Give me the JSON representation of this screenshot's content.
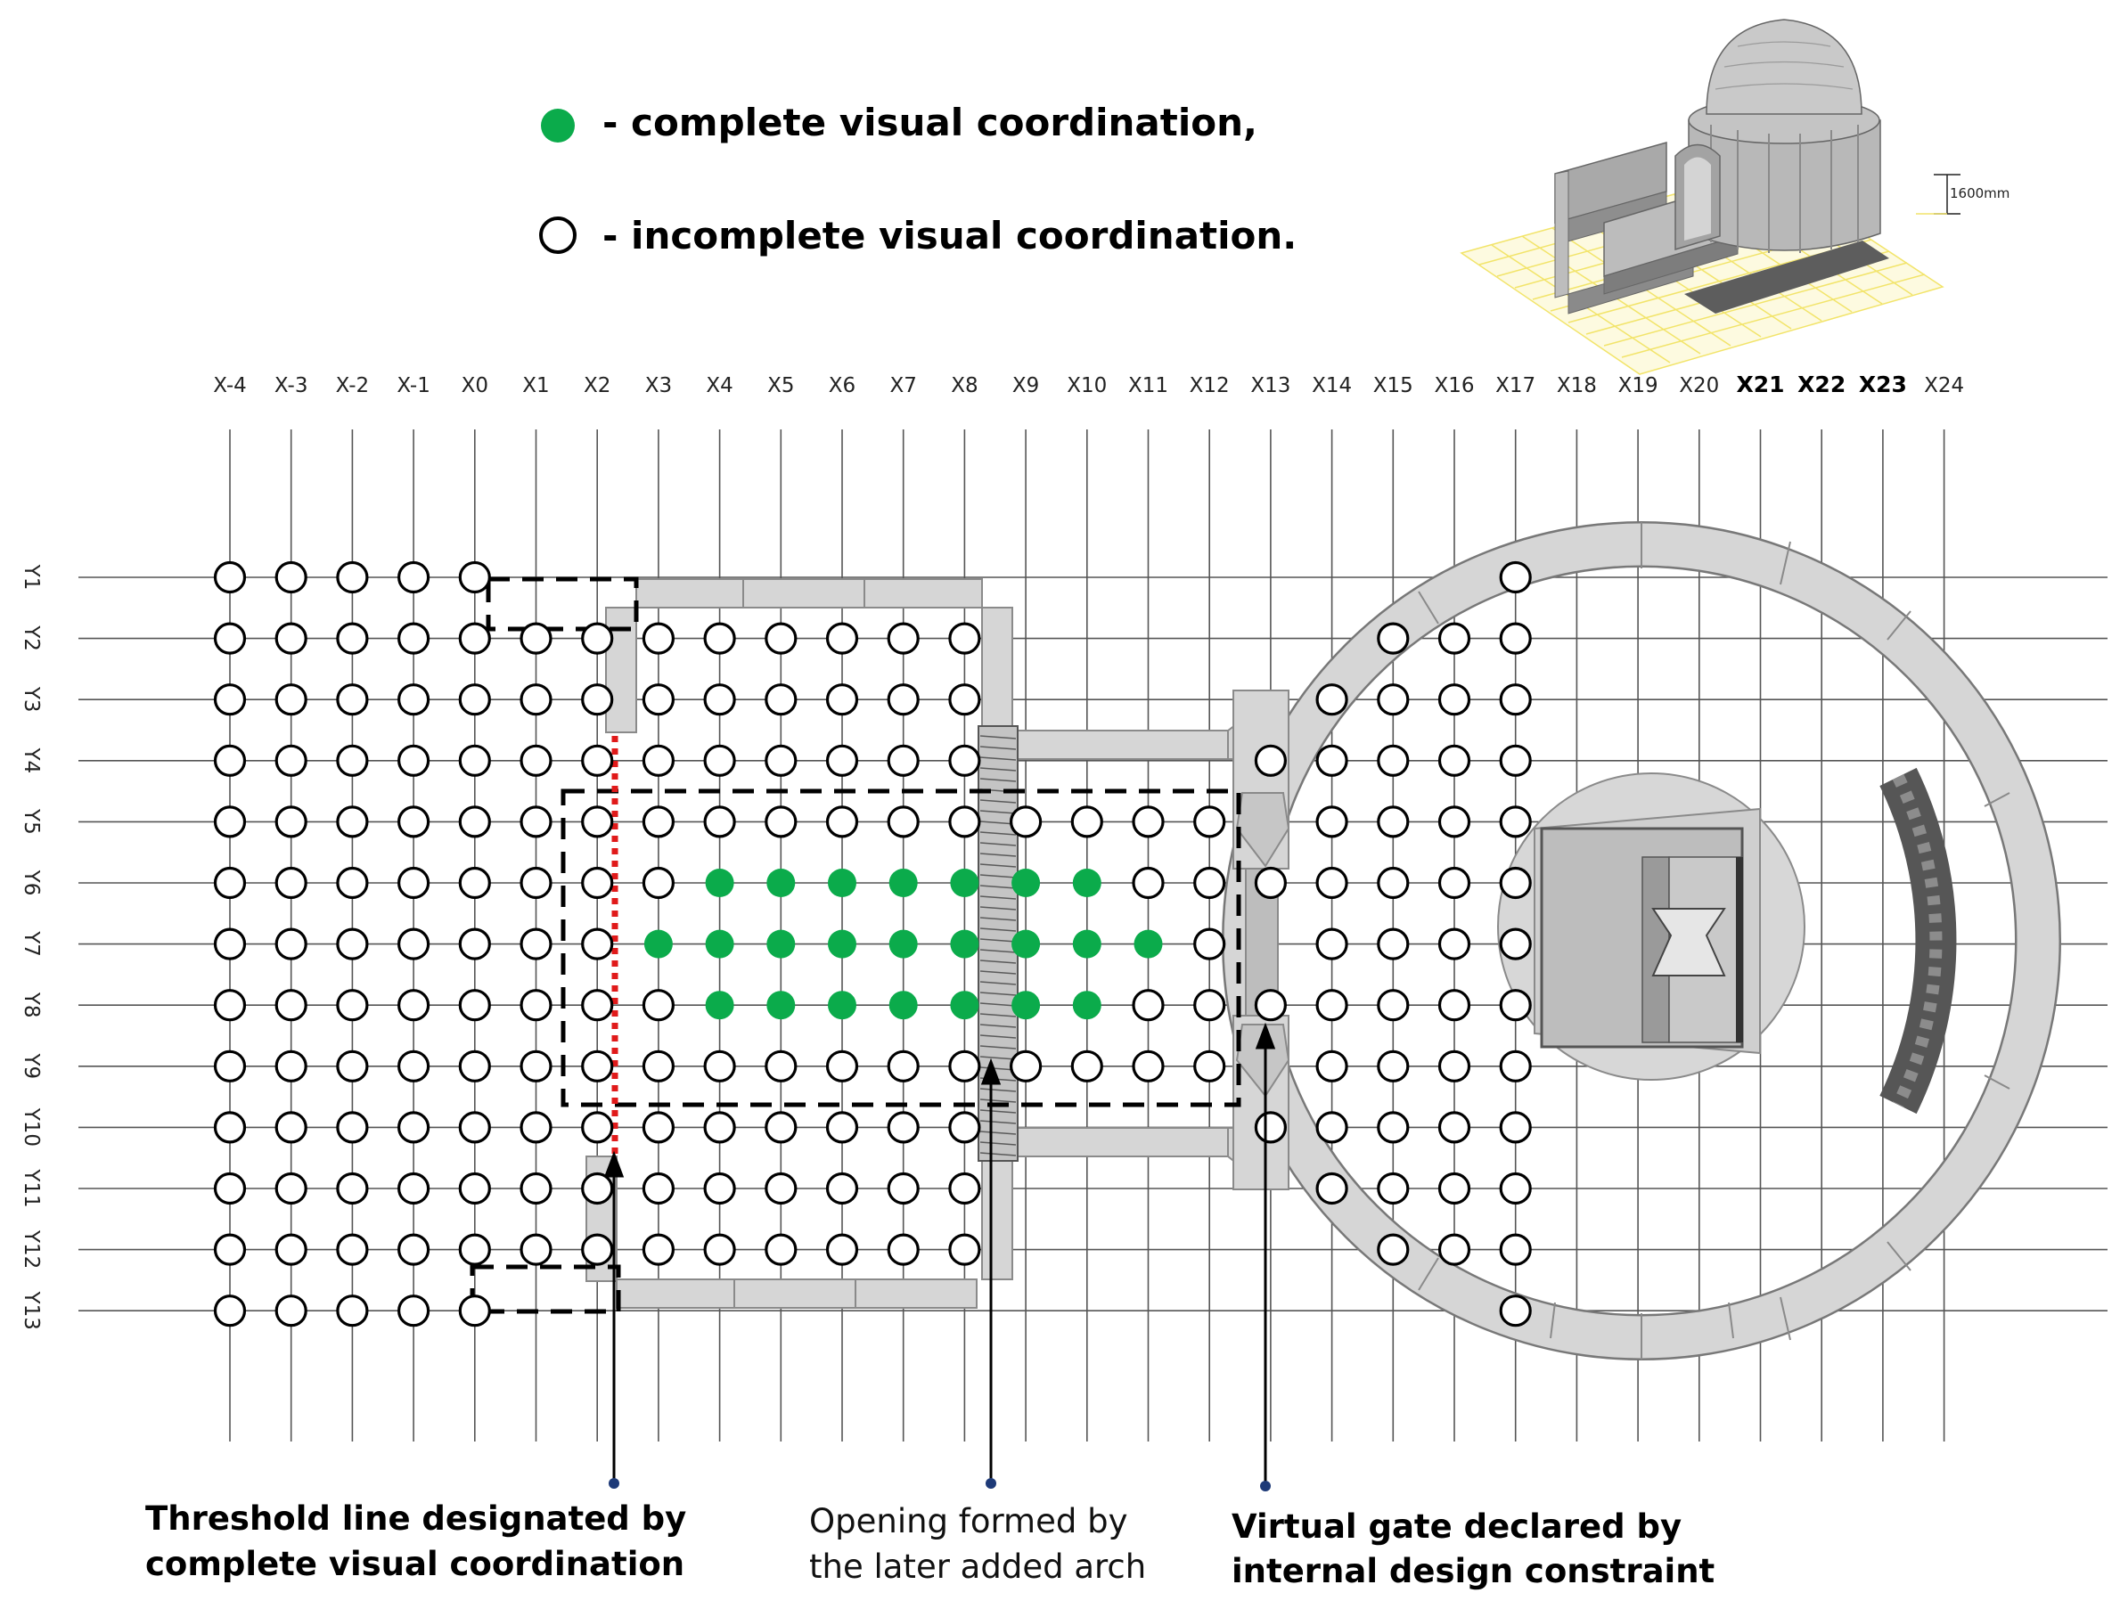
{
  "legend": {
    "complete_text": "- complete visual coordination,",
    "incomplete_text": "- incomplete visual coordination.",
    "complete_color": "#0bab4b"
  },
  "inset": {
    "dimension_label": "1600mm"
  },
  "x_labels": [
    "X-4",
    "X-3",
    "X-2",
    "X-1",
    "X0",
    "X1",
    "X2",
    "X3",
    "X4",
    "X5",
    "X6",
    "X7",
    "X8",
    "X9",
    "X10",
    "X11",
    "X12",
    "X13",
    "X14",
    "X15",
    "X16",
    "X17",
    "X18",
    "X19",
    "X20",
    "X21",
    "X22",
    "X23",
    "X24"
  ],
  "x_bold": [
    "X21",
    "X22",
    "X23"
  ],
  "y_labels": [
    "Y1",
    "Y2",
    "Y3",
    "Y4",
    "Y5",
    "Y6",
    "Y7",
    "Y8",
    "Y9",
    "Y10",
    "Y11",
    "Y12",
    "Y13"
  ],
  "captions": {
    "threshold": [
      "Threshold line designated by",
      "complete visual coordination"
    ],
    "opening": [
      "Opening formed by",
      "the later added arch"
    ],
    "virtual_gate": [
      "Virtual gate declared by",
      "internal design constraint"
    ]
  },
  "points": {
    "complete": [
      [
        "X4",
        "Y6"
      ],
      [
        "X5",
        "Y6"
      ],
      [
        "X6",
        "Y6"
      ],
      [
        "X7",
        "Y6"
      ],
      [
        "X8",
        "Y6"
      ],
      [
        "X9",
        "Y6"
      ],
      [
        "X10",
        "Y6"
      ],
      [
        "X3",
        "Y7"
      ],
      [
        "X4",
        "Y7"
      ],
      [
        "X5",
        "Y7"
      ],
      [
        "X6",
        "Y7"
      ],
      [
        "X7",
        "Y7"
      ],
      [
        "X8",
        "Y7"
      ],
      [
        "X9",
        "Y7"
      ],
      [
        "X10",
        "Y7"
      ],
      [
        "X11",
        "Y7"
      ],
      [
        "X4",
        "Y8"
      ],
      [
        "X5",
        "Y8"
      ],
      [
        "X6",
        "Y8"
      ],
      [
        "X7",
        "Y8"
      ],
      [
        "X8",
        "Y8"
      ],
      [
        "X9",
        "Y8"
      ],
      [
        "X10",
        "Y8"
      ]
    ],
    "incomplete_rows": [
      {
        "y": "Y1",
        "x": [
          "X-4",
          "X-3",
          "X-2",
          "X-1",
          "X0",
          "X17"
        ]
      },
      {
        "y": "Y2",
        "x": [
          "X-4",
          "X-3",
          "X-2",
          "X-1",
          "X0",
          "X1",
          "X2",
          "X3",
          "X4",
          "X5",
          "X6",
          "X7",
          "X8",
          "X15",
          "X16",
          "X17"
        ]
      },
      {
        "y": "Y3",
        "x": [
          "X-4",
          "X-3",
          "X-2",
          "X-1",
          "X0",
          "X1",
          "X2",
          "X3",
          "X4",
          "X5",
          "X6",
          "X7",
          "X8",
          "X14",
          "X15",
          "X16",
          "X17"
        ]
      },
      {
        "y": "Y4",
        "x": [
          "X-4",
          "X-3",
          "X-2",
          "X-1",
          "X0",
          "X1",
          "X2",
          "X3",
          "X4",
          "X5",
          "X6",
          "X7",
          "X8",
          "X13",
          "X14",
          "X15",
          "X16",
          "X17"
        ]
      },
      {
        "y": "Y5",
        "x": [
          "X-4",
          "X-3",
          "X-2",
          "X-1",
          "X0",
          "X1",
          "X2",
          "X3",
          "X4",
          "X5",
          "X6",
          "X7",
          "X8",
          "X9",
          "X10",
          "X11",
          "X12",
          "X14",
          "X15",
          "X16",
          "X17"
        ]
      },
      {
        "y": "Y6",
        "x": [
          "X-4",
          "X-3",
          "X-2",
          "X-1",
          "X0",
          "X1",
          "X2",
          "X3",
          "X11",
          "X12",
          "X13",
          "X14",
          "X15",
          "X16",
          "X17"
        ]
      },
      {
        "y": "Y7",
        "x": [
          "X-4",
          "X-3",
          "X-2",
          "X-1",
          "X0",
          "X1",
          "X2",
          "X12",
          "X14",
          "X15",
          "X16",
          "X17"
        ]
      },
      {
        "y": "Y8",
        "x": [
          "X-4",
          "X-3",
          "X-2",
          "X-1",
          "X0",
          "X1",
          "X2",
          "X3",
          "X11",
          "X12",
          "X13",
          "X14",
          "X15",
          "X16",
          "X17"
        ]
      },
      {
        "y": "Y9",
        "x": [
          "X-4",
          "X-3",
          "X-2",
          "X-1",
          "X0",
          "X1",
          "X2",
          "X3",
          "X4",
          "X5",
          "X6",
          "X7",
          "X8",
          "X9",
          "X10",
          "X11",
          "X12",
          "X14",
          "X15",
          "X16",
          "X17"
        ]
      },
      {
        "y": "Y10",
        "x": [
          "X-4",
          "X-3",
          "X-2",
          "X-1",
          "X0",
          "X1",
          "X2",
          "X3",
          "X4",
          "X5",
          "X6",
          "X7",
          "X8",
          "X13",
          "X14",
          "X15",
          "X16",
          "X17"
        ]
      },
      {
        "y": "Y11",
        "x": [
          "X-4",
          "X-3",
          "X-2",
          "X-1",
          "X0",
          "X1",
          "X2",
          "X3",
          "X4",
          "X5",
          "X6",
          "X7",
          "X8",
          "X14",
          "X15",
          "X16",
          "X17"
        ]
      },
      {
        "y": "Y12",
        "x": [
          "X-4",
          "X-3",
          "X-2",
          "X-1",
          "X0",
          "X1",
          "X2",
          "X3",
          "X4",
          "X5",
          "X6",
          "X7",
          "X8",
          "X15",
          "X16",
          "X17"
        ]
      },
      {
        "y": "Y13",
        "x": [
          "X-4",
          "X-3",
          "X-2",
          "X-1",
          "X0",
          "X17"
        ]
      }
    ]
  }
}
